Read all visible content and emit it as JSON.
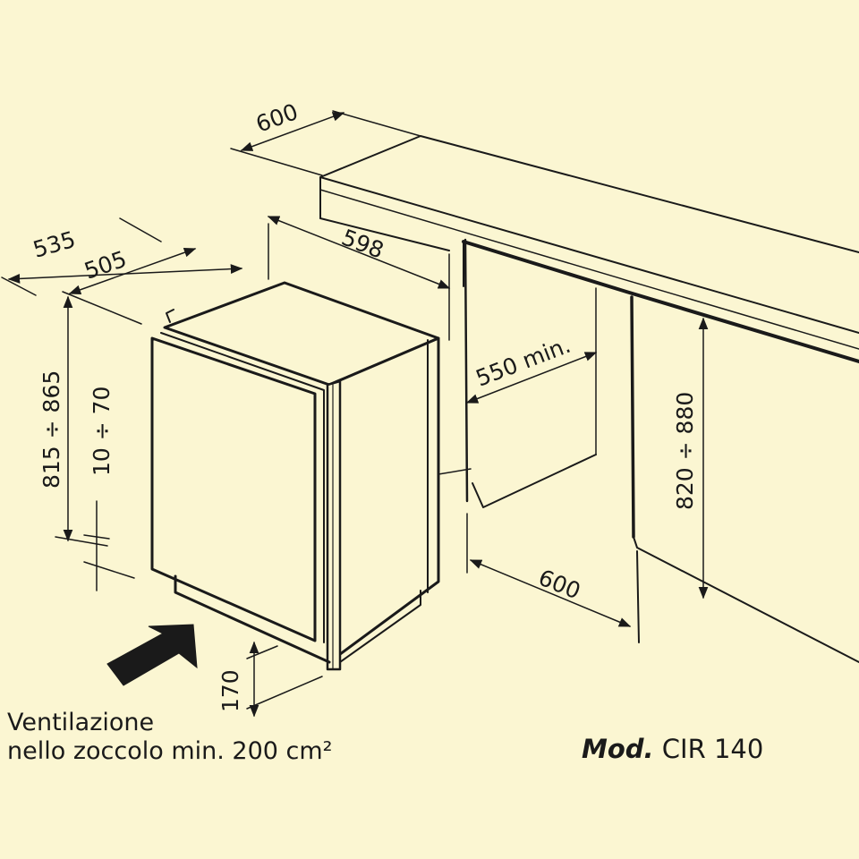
{
  "dimensions": {
    "d_600_top": "600",
    "d_535": "535",
    "d_505": "505",
    "d_598": "598",
    "d_550": "550 min.",
    "d_815_865": "815 ÷ 865",
    "d_10_70": "10 ÷ 70",
    "d_820_880": "820 ÷ 880",
    "d_600_bottom": "600",
    "d_170": "170"
  },
  "caption": {
    "line1": "Ventilazione",
    "line2": "nello zoccolo min. 200 cm²"
  },
  "model": {
    "prefix": "Mod.",
    "name": "CIR 140"
  },
  "icons": {
    "arrow": "ventilation-arrow-icon"
  },
  "colors": {
    "background": "#fbf6d2",
    "ink": "#1a1a1a"
  }
}
